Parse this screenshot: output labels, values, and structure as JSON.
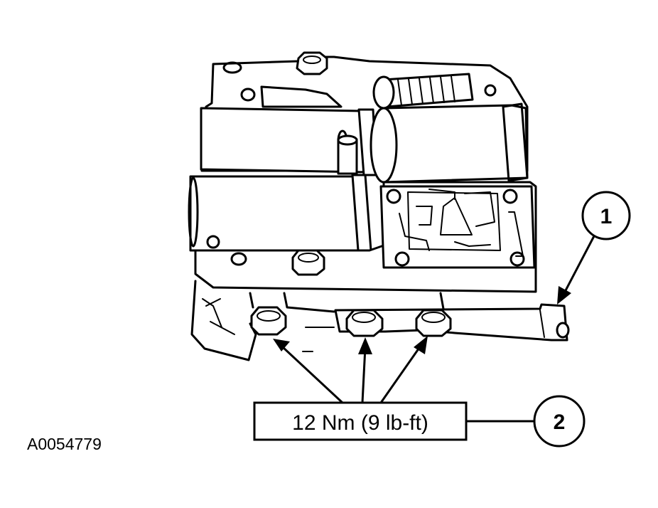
{
  "figure": {
    "id": "A0054779",
    "torque_spec": "12 Nm (9 lb-ft)",
    "callouts": [
      {
        "number": "1"
      },
      {
        "number": "2"
      }
    ]
  }
}
